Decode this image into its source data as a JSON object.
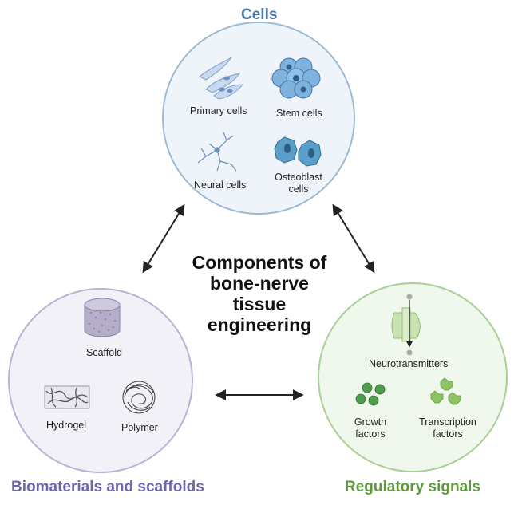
{
  "title": {
    "line1": "Components of",
    "line2": "bone-nerve",
    "line3": "tissue",
    "line4": "engineering"
  },
  "cells": {
    "heading": "Cells",
    "color": "#4a78a8",
    "circle_fill": "#eef4fa",
    "circle_stroke": "#9dbad4",
    "items": {
      "primary": "Primary cells",
      "stem": "Stem cells",
      "neural": "Neural cells",
      "osteoblast_line1": "Osteoblast",
      "osteoblast_line2": "cells"
    }
  },
  "biomaterials": {
    "heading": "Biomaterials and scaffolds",
    "color": "#6a66b0",
    "circle_fill": "#f3f1f8",
    "circle_stroke": "#b8b2d6",
    "items": {
      "scaffold": "Scaffold",
      "hydrogel": "Hydrogel",
      "polymer": "Polymer"
    }
  },
  "regulatory": {
    "heading": "Regulatory signals",
    "color": "#5c9a3c",
    "circle_fill": "#f0f7ec",
    "circle_stroke": "#a9cf95",
    "items": {
      "neurotransmitters": "Neurotransmitters",
      "growth_line1": "Growth",
      "growth_line2": "factors",
      "transcription_line1": "Transcription",
      "transcription_line2": "factors"
    }
  }
}
